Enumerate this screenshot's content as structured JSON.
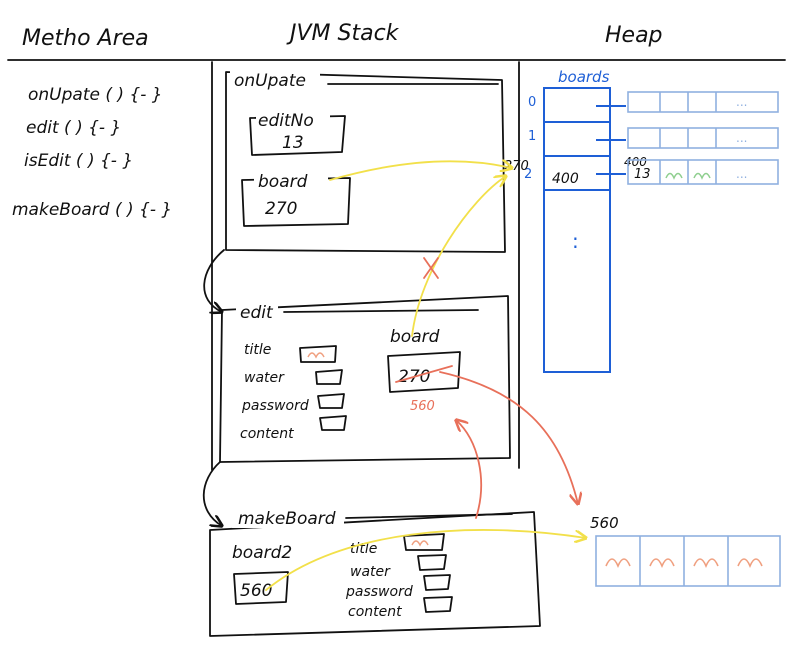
{
  "headers": {
    "method_area": "Metho Area",
    "jvm_stack": "JVM Stack",
    "heap": "Heap"
  },
  "method_area": {
    "items": [
      "onUpate ( ) {- }",
      "edit ( ) {- }",
      "isEdit ( ) {- }",
      "makeBoard ( ) {- }"
    ]
  },
  "stack": {
    "onupdate": {
      "title": "onUpate",
      "editno_label": "editNo",
      "editno_value": "13",
      "board_label": "board",
      "board_value": "270"
    },
    "edit": {
      "title": "edit",
      "board_label": "board",
      "board_value": "270",
      "board_new_value": "560",
      "fields": [
        "title",
        "water",
        "password",
        "content"
      ]
    },
    "makeboard": {
      "title": "makeBoard",
      "board2_label": "board2",
      "board2_value": "560",
      "fields": [
        "title",
        "water",
        "password",
        "content"
      ]
    }
  },
  "heap": {
    "boards_label": "boards",
    "indices": [
      "0",
      "1",
      "2"
    ],
    "dots": ":",
    "address_270": "270",
    "address_400": "400",
    "cell_400": "400",
    "row2_first": "13",
    "ellipsis": "...",
    "new_address": "560",
    "cross_mark": "x"
  },
  "colors": {
    "ink": "#111111",
    "yellow": "#f2e04a",
    "red": "#e8705a",
    "blue": "#1e5fd6",
    "light_blue": "#8fb0e0",
    "orange": "#f0a080",
    "green": "#8fcf8f"
  }
}
